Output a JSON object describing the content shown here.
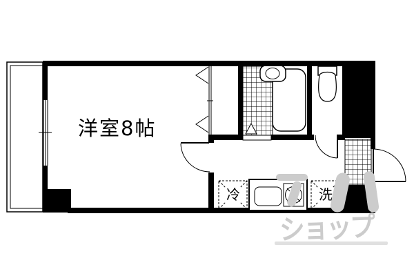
{
  "plan": {
    "room_label": "洋室8帖",
    "fridge_label": "冷",
    "washer_label": "洗"
  },
  "watermark": {
    "text": "ショップ"
  },
  "colors": {
    "line": "#000000",
    "background": "#ffffff",
    "watermark": "#cccccc"
  },
  "symbols": [
    "balcony",
    "sliding-window",
    "closet-folding-door",
    "room-door-swing",
    "bathroom-tile-floor",
    "bathtub",
    "wash-basin",
    "shower-drain",
    "toilet",
    "toilet-door-swing",
    "refrigerator-space",
    "kitchen-sink",
    "gas-stove",
    "washing-machine-space",
    "entry-tile-floor",
    "entrance-door-swing"
  ]
}
